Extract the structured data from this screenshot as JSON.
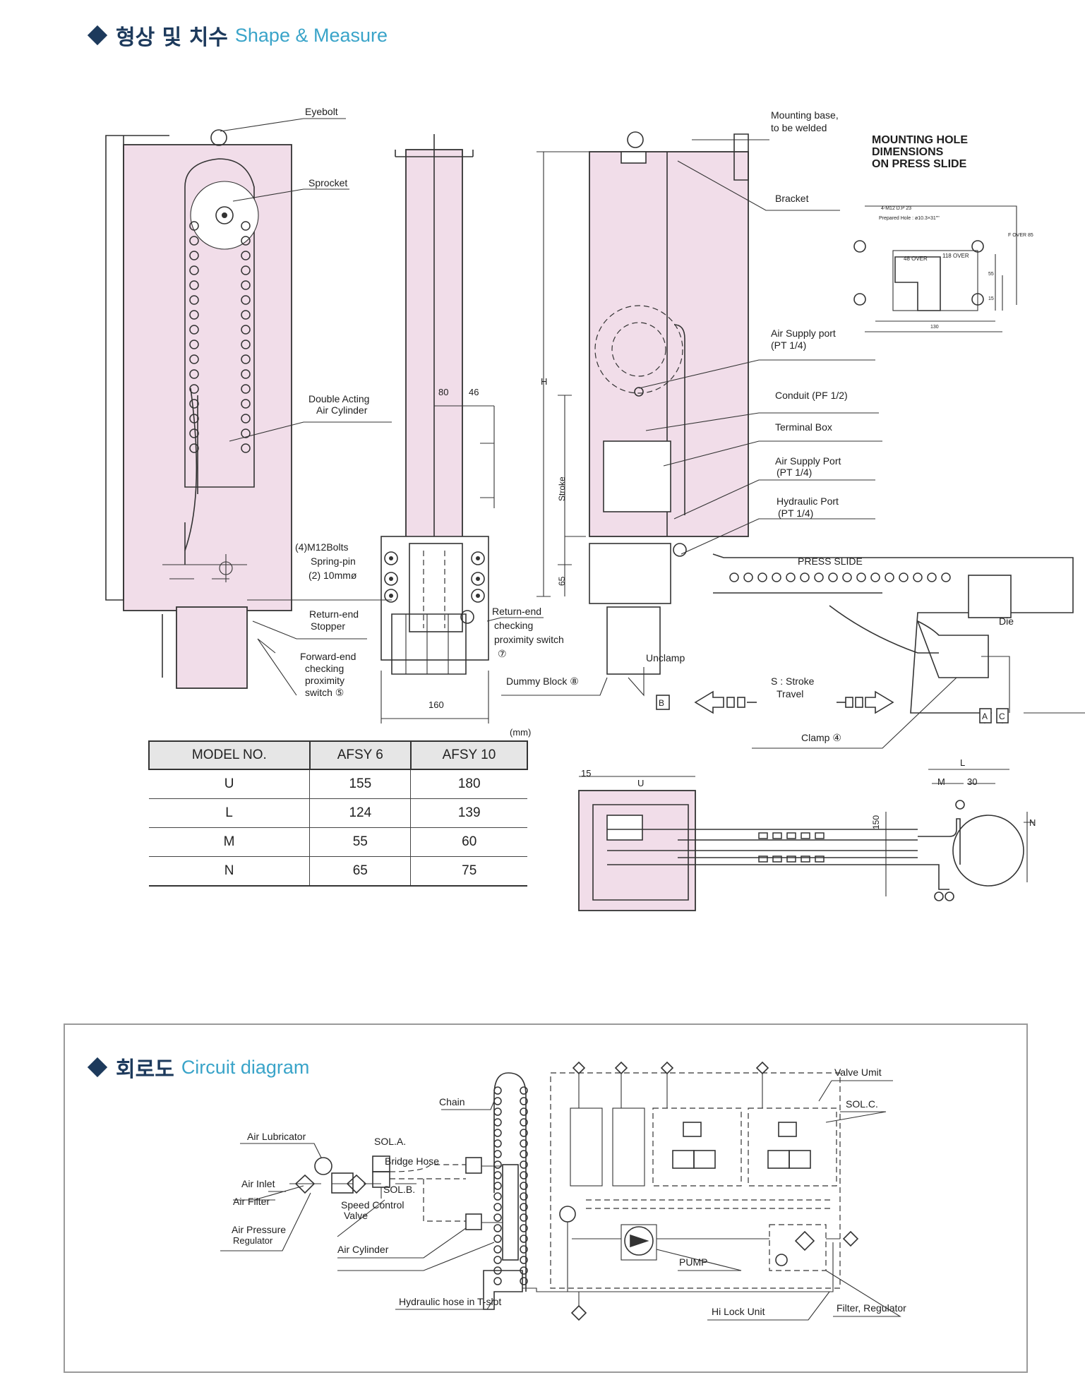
{
  "section1": {
    "ko": "형상 및 치수",
    "en": "Shape & Measure"
  },
  "section2": {
    "ko": "회로도",
    "en": "Circuit diagram"
  },
  "labels": {
    "eyebolt": "Eyebolt",
    "sprocket": "Sprocket",
    "double_acting_1": "Double Acting",
    "double_acting_2": "Air Cylinder",
    "mounting_base_1": "Mounting base,",
    "mounting_base_2": "to be welded",
    "bracket": "Bracket",
    "mhd_1": "MOUNTING HOLE",
    "mhd_2": "DIMENSIONS",
    "mhd_3": "ON PRESS SLIDE",
    "mhd_note1": "4-M12 D.P 23",
    "mhd_note2": "Prepared Hole : ø10.3×31\"\"",
    "mhd_48": "48 OVER",
    "mhd_118": "118 OVER",
    "mhd_55": "55",
    "mhd_15": "15",
    "mhd_130": "130",
    "mhd_f": "F OVER 85",
    "air_supply_port_1": "Air Supply port",
    "air_supply_port_2": "(PT 1/4)",
    "conduit": "Conduit (PF 1/2)",
    "terminal_box": "Terminal Box",
    "air_supply_port2_1": "Air Supply Port",
    "air_supply_port2_2": "(PT 1/4)",
    "hydraulic_port_1": "Hydraulic Port",
    "hydraulic_port_2": "(PT 1/4)",
    "press_slide": "PRESS SLIDE",
    "die": "Die",
    "bolts_1": "(4)M12Bolts",
    "bolts_2": "Spring-pin",
    "bolts_3": "(2) 10mmø",
    "return_end_stopper_1": "Return-end",
    "return_end_stopper_2": "Stopper",
    "forward_end_1": "Forward-end",
    "forward_end_2": "checking",
    "forward_end_3": "proximity",
    "forward_end_4": "switch ⑤",
    "return_end_check_1": "Return-end",
    "return_end_check_2": "checking",
    "return_end_check_3": "proximity  switch",
    "return_end_check_4": "⑦",
    "dummy_block": "Dummy Block ⑧",
    "unclamp": "Unclamp",
    "stroke_travel_1": "S : Stroke",
    "stroke_travel_2": "Travel",
    "clamp": "Clamp ④",
    "dim_80": "80",
    "dim_46": "46",
    "dim_160": "160",
    "dim_h": "H",
    "dim_stroke": "Stroke",
    "dim_65": "65",
    "dim_15": "15",
    "dim_u": "U",
    "dim_l": "L",
    "dim_m": "M",
    "dim_30": "30",
    "dim_150": "150",
    "dim_n": "N",
    "box_a": "A",
    "box_b": "B",
    "box_c": "C",
    "unit_mm": "(mm)"
  },
  "table": {
    "headers": [
      "MODEL NO.",
      "AFSY 6",
      "AFSY 10"
    ],
    "rows": [
      [
        "U",
        "155",
        "180"
      ],
      [
        "L",
        "124",
        "139"
      ],
      [
        "M",
        "55",
        "60"
      ],
      [
        "N",
        "65",
        "75"
      ]
    ]
  },
  "circuit": {
    "chain": "Chain",
    "air_lubricator": "Air Lubricator",
    "sol_a": "SOL.A.",
    "bridge_hose": "Bridge Hose",
    "sol_b": "SOL.B.",
    "air_inlet": "Air Inlet",
    "air_filter": "Air Filter",
    "speed_control_1": "Speed Control",
    "speed_control_2": "Valve",
    "air_pressure_1": "Air Pressure",
    "air_pressure_2": "Regulator",
    "air_cylinder": "Air Cylinder",
    "hydraulic_hose": "Hydraulic hose in T-slot",
    "valve_unit": "Valve Umit",
    "sol_c": "SOL.C.",
    "pump": "PUMP",
    "hi_lock": "Hi Lock  Unit",
    "filter_regulator": "Filter, Regulator"
  }
}
